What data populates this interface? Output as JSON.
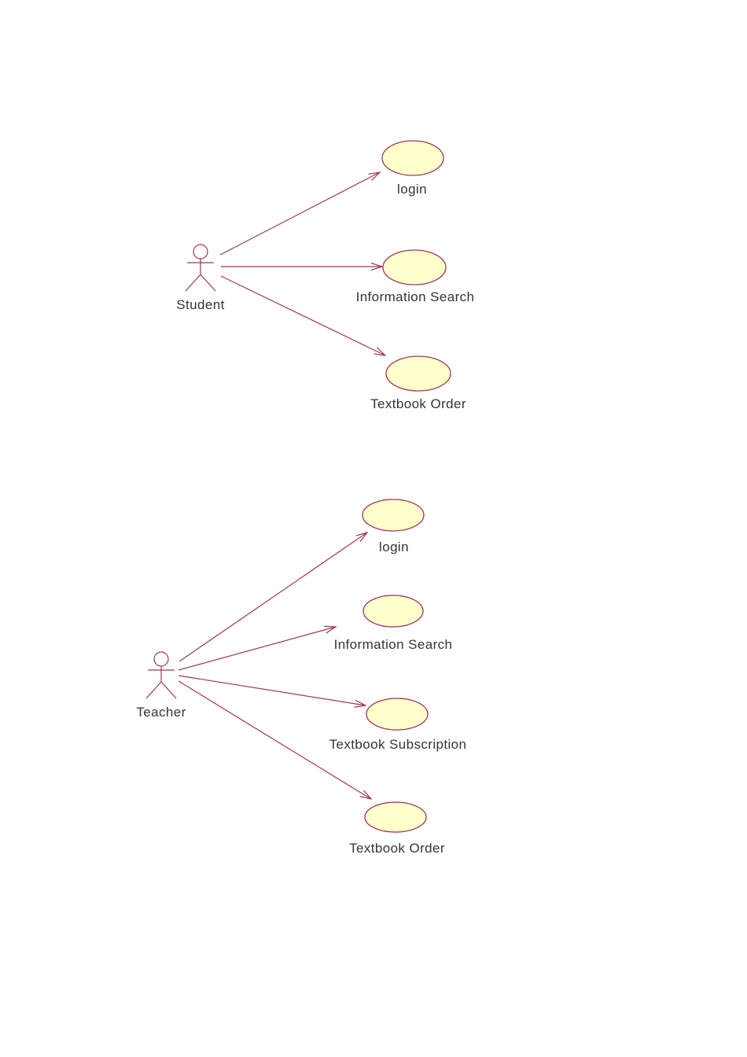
{
  "colors": {
    "shape_border": "#9e3659",
    "shape_fill": "#ffffcc",
    "connector": "#9e3659",
    "label_text": "#33333b",
    "background": "#ffffff"
  },
  "diagrams": [
    {
      "actor": {
        "label": "Student"
      },
      "use_cases": [
        {
          "label": "login"
        },
        {
          "label": "Information Search"
        },
        {
          "label": "Textbook Order"
        }
      ],
      "connections": [
        {
          "from": "Student",
          "to": "login"
        },
        {
          "from": "Student",
          "to": "Information Search"
        },
        {
          "from": "Student",
          "to": "Textbook Order"
        }
      ]
    },
    {
      "actor": {
        "label": "Teacher"
      },
      "use_cases": [
        {
          "label": "login"
        },
        {
          "label": "Information Search"
        },
        {
          "label": "Textbook Subscription"
        },
        {
          "label": "Textbook Order"
        }
      ],
      "connections": [
        {
          "from": "Teacher",
          "to": "login"
        },
        {
          "from": "Teacher",
          "to": "Information Search"
        },
        {
          "from": "Teacher",
          "to": "Textbook Subscription"
        },
        {
          "from": "Teacher",
          "to": "Textbook Order"
        }
      ]
    }
  ]
}
